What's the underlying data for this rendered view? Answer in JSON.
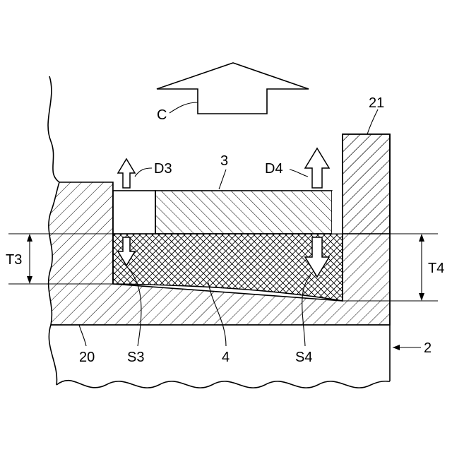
{
  "labels": {
    "c": "C",
    "d3": "D3",
    "d4": "D4",
    "part3": "3",
    "part21": "21",
    "t3": "T3",
    "t4": "T4",
    "part20": "20",
    "s3": "S3",
    "part4": "4",
    "s4": "S4",
    "part2": "2"
  }
}
